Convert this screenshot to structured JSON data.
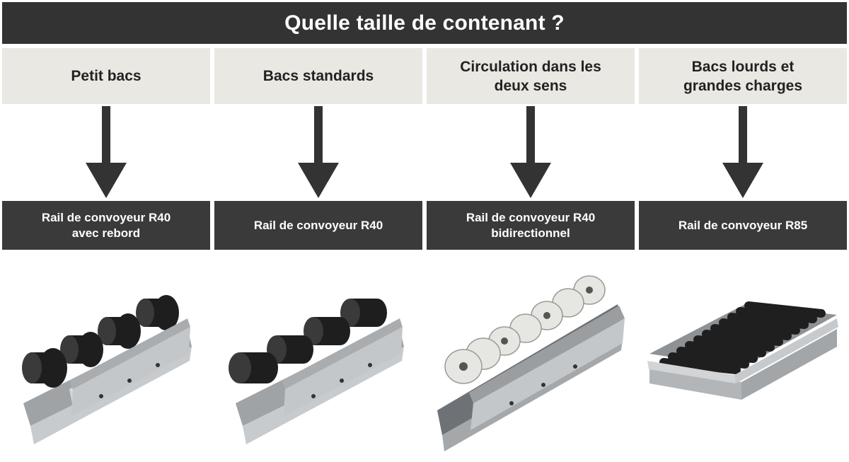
{
  "title": "Quelle taille de contenant ?",
  "columns": [
    {
      "category": [
        "Petit bacs"
      ],
      "product": [
        "Rail de convoyeur R40",
        "avec rebord"
      ],
      "image_icon": "flanged-wheel-conveyor-rail-icon"
    },
    {
      "category": [
        "Bacs standards"
      ],
      "product": [
        "Rail de convoyeur R40"
      ],
      "image_icon": "wheel-conveyor-rail-icon"
    },
    {
      "category": [
        "Circulation dans les",
        "deux sens"
      ],
      "product": [
        "Rail de convoyeur R40",
        "bidirectionnel"
      ],
      "image_icon": "omni-wheel-conveyor-rail-icon"
    },
    {
      "category": [
        "Bacs lourds et",
        "grandes charges"
      ],
      "product": [
        "Rail de convoyeur R85"
      ],
      "image_icon": "roller-conveyor-rail-icon"
    }
  ],
  "colors": {
    "dark": "#333333",
    "category_bg": "#e9e8e2",
    "arrow": "#333333",
    "steel": "#b9bcbf",
    "roller": "#262626",
    "omni_wheel": "#e6e6e3"
  }
}
